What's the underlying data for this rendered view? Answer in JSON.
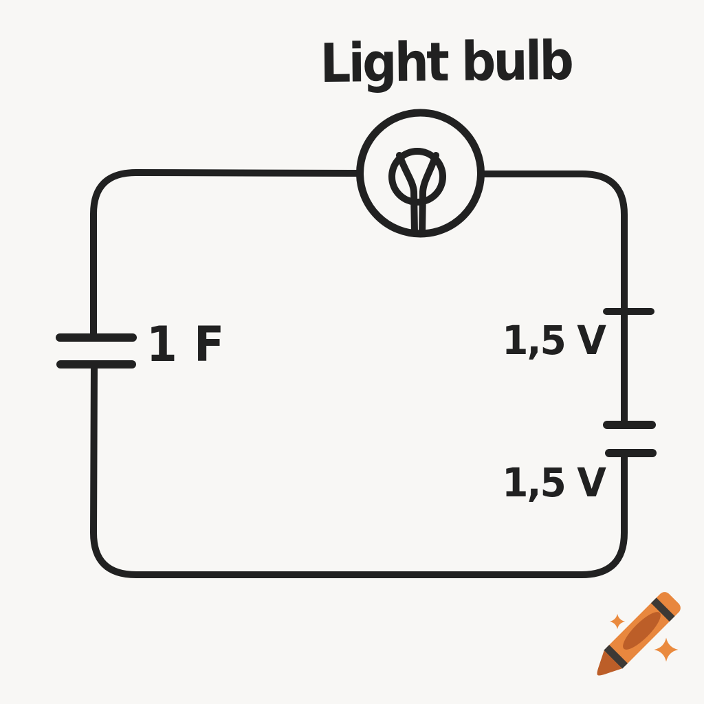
{
  "canvas": {
    "background": "#F8F7F5",
    "ink": "#212121"
  },
  "title": {
    "text": "Light bulb"
  },
  "components": {
    "bulb": {
      "symbol": "light-bulb-icon"
    },
    "capacitor": {
      "symbol": "capacitor-icon",
      "value": "1 F"
    },
    "batteries": [
      {
        "symbol": "battery-cell-icon",
        "value": "1,5 V"
      },
      {
        "symbol": "battery-cell-icon",
        "value": "1,5 V"
      }
    ]
  },
  "watermark": {
    "symbol": "crayon-icon",
    "colors": {
      "body": "#E8873E",
      "shade": "#BC5E28",
      "stripe": "#3D3935",
      "sparkle": "#EA8A3E"
    }
  }
}
